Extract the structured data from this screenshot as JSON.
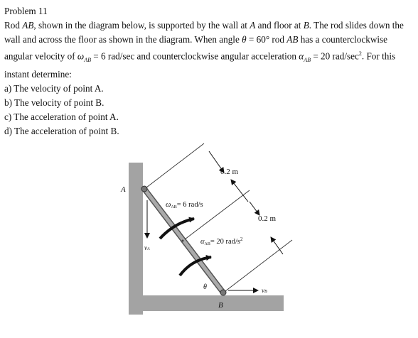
{
  "problem": {
    "title": "Problem 11",
    "statement_parts": [
      "Rod ",
      "AB",
      ", shown in the diagram below, is supported by the wall at ",
      "A",
      " and floor at ",
      "B",
      ". The rod slides down the wall and across the floor as shown in the diagram. When angle ",
      "θ",
      " = 60° rod ",
      "AB",
      " has a counterclockwise angular velocity of ",
      "ω",
      "AB",
      " = 6 rad/sec and counterclockwise angular acceleration ",
      "α",
      "AB",
      " = 20 rad/sec",
      "2",
      ". For this instant determine:"
    ],
    "questions": [
      "a) The velocity of point A.",
      "b) The velocity of point B.",
      "c) The acceleration of point A.",
      "d) The acceleration of point B."
    ]
  },
  "diagram": {
    "label_A": "A",
    "label_B": "B",
    "label_theta": "θ",
    "dim_top": "0.2 m",
    "dim_bottom": "0.2 m",
    "omega_label": "ωAB= 6 rad/s",
    "alpha_label": "αAB= 20 rad/s",
    "alpha_sup": "2",
    "vA_label": "vA",
    "vB_label": "vB"
  }
}
